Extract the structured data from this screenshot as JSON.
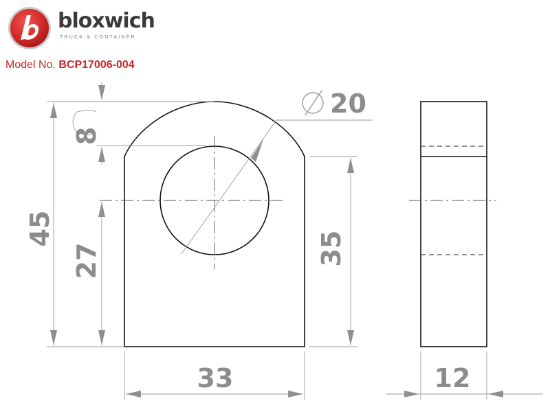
{
  "brand": {
    "name": "bloxwich",
    "tagline": "TRUCK & CONTAINER",
    "accent_color": "#c8262a",
    "logo_icon": "b-logo-badge-icon"
  },
  "model": {
    "label": "Model No.",
    "number": "BCP17006-004"
  },
  "dimensions": {
    "diameter": "20",
    "dim_8": "8",
    "dim_45": "45",
    "dim_27": "27",
    "dim_35": "35",
    "dim_33": "33",
    "dim_12": "12"
  }
}
